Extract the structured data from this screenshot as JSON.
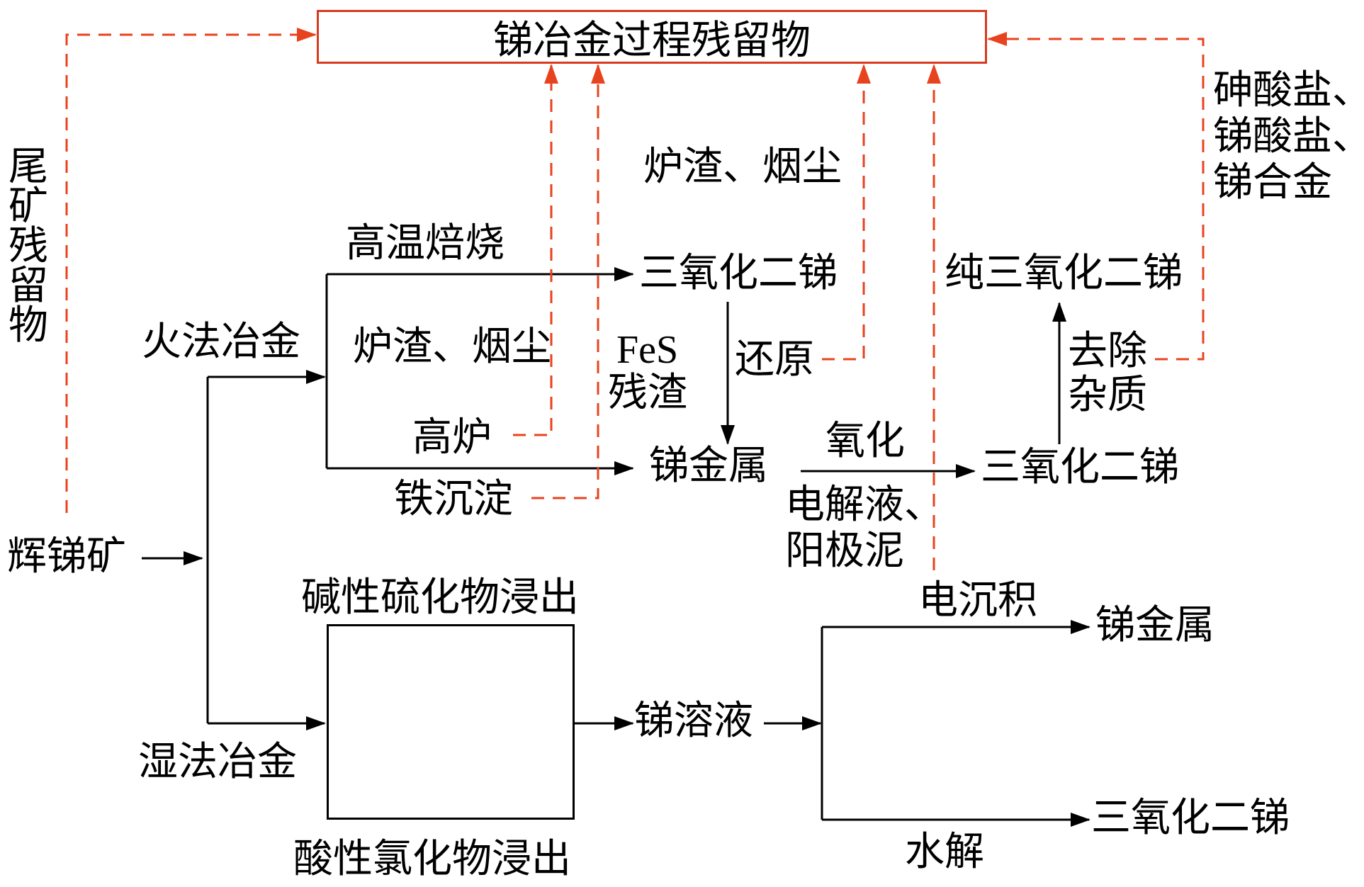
{
  "title": "锑冶金过程残留物",
  "nodes": {
    "stibnite": "辉锑矿",
    "tailings": "尾矿残留物",
    "pyro": "火法冶金",
    "hydro": "湿法冶金",
    "roast": "高温焙烧",
    "slag_dust_1": "炉渣、烟尘",
    "blast_furnace": "高炉",
    "iron_precip": "铁沉淀",
    "fes_line1": "FeS",
    "fes_line2": "残渣",
    "slag_dust_2": "炉渣、烟尘",
    "sb2o3_1": "三氧化二锑",
    "reduction": "还原",
    "sb_metal_1": "锑金属",
    "oxidation": "氧化",
    "electrolyte_line1": "电解液、",
    "electrolyte_line2": "阳极泥",
    "sb2o3_2": "三氧化二锑",
    "pure_sb2o3": "纯三氧化二锑",
    "remove_line1": "去除",
    "remove_line2": "杂质",
    "salts_line1": "砷酸盐、",
    "salts_line2": "锑酸盐、",
    "salts_line3": "锑合金",
    "alkaline_leach": "碱性硫化物浸出",
    "acid_leach": "酸性氯化物浸出",
    "sb_solution": "锑溶液",
    "electrowin": "电沉积",
    "sb_metal_2": "锑金属",
    "hydrolysis": "水解",
    "sb2o3_3": "三氧化二锑"
  },
  "colors": {
    "residue_line": "#e8431f",
    "process_line": "#000000"
  }
}
